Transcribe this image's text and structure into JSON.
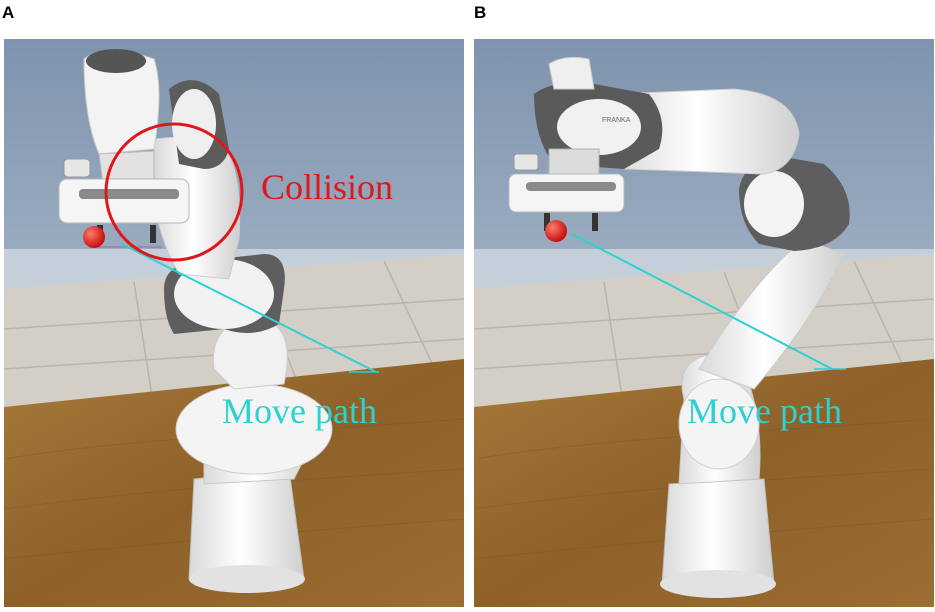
{
  "panels": [
    {
      "letter": "A",
      "collision_label": "Collision",
      "path_label": "Move path"
    },
    {
      "letter": "B",
      "path_label": "Move path",
      "brand_text": "FRANKA"
    }
  ],
  "colors": {
    "collision": "#e0161b",
    "path": "#2bd2d2",
    "target": "#e01010",
    "sky_top": "#7e93ad",
    "sky_bottom": "#c6d2dd",
    "floor_tile": "#d2cec6",
    "table": "#9a6d31"
  },
  "icons": [
    "robot-arm-image",
    "target-ball",
    "collision-circle"
  ]
}
